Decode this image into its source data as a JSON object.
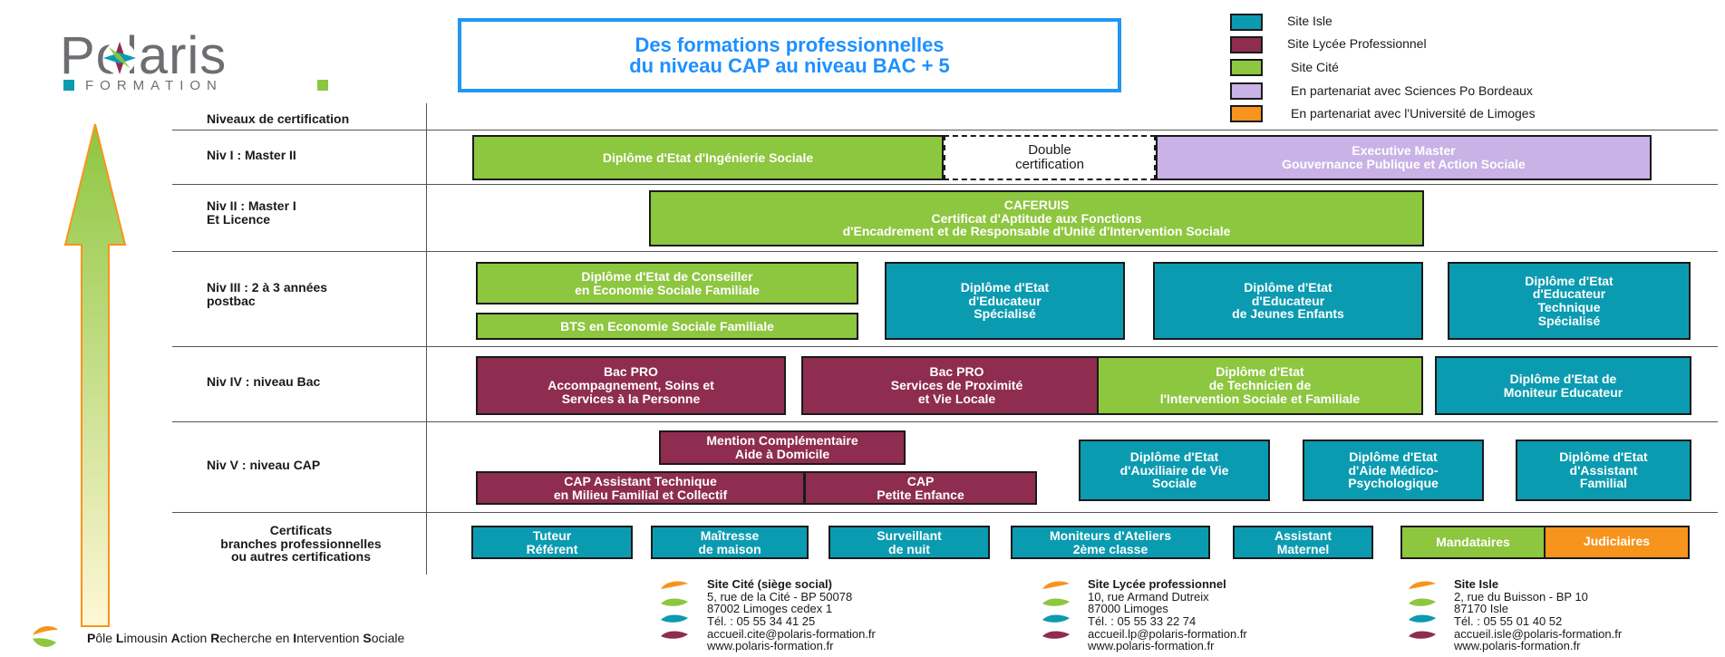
{
  "logo": {
    "name": "Polaris",
    "sub": "FORMATION"
  },
  "title": {
    "line1": "Des formations professionnelles",
    "line2": "du niveau CAP au niveau BAC + 5"
  },
  "colors": {
    "green": "#8dc63f",
    "teal": "#0b9bb1",
    "burgundy": "#8e2d4f",
    "lavender": "#c9b2e6",
    "orange": "#f7941d",
    "title_blue": "#1e90ff",
    "title_border": "#2196f3"
  },
  "legend": [
    {
      "label": "Site Isle"
    },
    {
      "label": "Site Lycée Professionnel"
    },
    {
      "label": "Site Cité"
    },
    {
      "label": "En partenariat avec Sciences Po Bordeaux"
    },
    {
      "label": "En partenariat avec l'Université de Limoges"
    }
  ],
  "levels": {
    "header": "Niveaux de certification",
    "niv1": {
      "line1": "Niv I : Master II"
    },
    "niv2": {
      "line1": "Niv II : Master I",
      "line2": "Et Licence"
    },
    "niv3": {
      "line1": "Niv III : 2 à 3 années",
      "line2": "postbac"
    },
    "niv4": {
      "line1": "Niv IV : niveau Bac"
    },
    "niv5": {
      "line1": "Niv V : niveau CAP"
    },
    "cert": {
      "line1": "Certificats",
      "line2": "branches professionnelles",
      "line3": "ou autres certifications"
    }
  },
  "boxes": {
    "deis": "Diplôme d'Etat d'Ingénierie Sociale",
    "double": {
      "l1": "Double",
      "l2": "certification"
    },
    "exec": {
      "l1": "Executive Master",
      "l2": "Gouvernance Publique et Action Sociale"
    },
    "caferuis": {
      "l1": "CAFERUIS",
      "l2": "Certificat d'Aptitude aux Fonctions",
      "l3": "d'Encadrement et de Responsable d'Unité d'Intervention Sociale"
    },
    "decesf": {
      "l1": "Diplôme d'Etat de Conseiller",
      "l2": "en Economie Sociale Familiale"
    },
    "bts": "BTS en Economie Sociale Familiale",
    "dees": {
      "l1": "Diplôme d'Etat",
      "l2": "d'Educateur",
      "l3": "Spécialisé"
    },
    "deeje": {
      "l1": "Diplôme d'Etat",
      "l2": "d'Educateur",
      "l3": "de Jeunes Enfants"
    },
    "dets": {
      "l1": "Diplôme d'Etat",
      "l2": "d'Educateur",
      "l3": "Technique",
      "l4": "Spécialisé"
    },
    "bacpro1": {
      "l1": "Bac PRO",
      "l2": "Accompagnement, Soins et",
      "l3": "Services à la Personne"
    },
    "bacpro2": {
      "l1": "Bac PRO",
      "l2": "Services de Proximité",
      "l3": "et Vie Locale"
    },
    "detisf": {
      "l1": "Diplôme d'Etat",
      "l2": "de Technicien de",
      "l3": "l'Intervention Sociale et Familiale"
    },
    "deme": {
      "l1": "Diplôme d'Etat de",
      "l2": "Moniteur Educateur"
    },
    "mention": {
      "l1": "Mention Complémentaire",
      "l2": "Aide à Domicile"
    },
    "capat": {
      "l1": "CAP Assistant Technique",
      "l2": "en Milieu Familial et Collectif"
    },
    "cappe": {
      "l1": "CAP",
      "l2": "Petite Enfance"
    },
    "deavs": {
      "l1": "Diplôme d'Etat",
      "l2": "d'Auxiliaire de Vie",
      "l3": "Sociale"
    },
    "deamp": {
      "l1": "Diplôme d'Etat",
      "l2": "d'Aide Médico-",
      "l3": "Psychologique"
    },
    "deaf": {
      "l1": "Diplôme d'Etat",
      "l2": "d'Assistant",
      "l3": "Familial"
    },
    "tuteur": {
      "l1": "Tuteur",
      "l2": "Référent"
    },
    "maitresse": {
      "l1": "Maîtresse",
      "l2": "de maison"
    },
    "surveillant": {
      "l1": "Surveillant",
      "l2": "de nuit"
    },
    "moniteurs": {
      "l1": "Moniteurs d'Ateliers",
      "l2": "2ème classe"
    },
    "assistant": {
      "l1": "Assistant",
      "l2": "Maternel"
    },
    "mandataires": "Mandataires",
    "judiciaires": "Judiciaires"
  },
  "footer": {
    "tagline": {
      "p1": "P",
      "p1b": "ôle ",
      "p2": "L",
      "p2b": "imousin ",
      "p3": "A",
      "p3b": "ction ",
      "p4": "R",
      "p4b": "echerche en ",
      "p5": "I",
      "p5b": "ntervention ",
      "p6": "S",
      "p6b": "ociale"
    },
    "cite": {
      "title": "Site Cité (siège social)",
      "l1": "5, rue de la Cité - BP 50078",
      "l2": "87002 Limoges cedex 1",
      "l3": "Tél. : 05 55 34 41 25",
      "l4": "accueil.cite@polaris-formation.fr",
      "l5": "www.polaris-formation.fr"
    },
    "lycee": {
      "title": "Site Lycée professionnel",
      "l1": "10, rue Armand Dutreix",
      "l2": "87000 Limoges",
      "l3": "Tél. : 05 55 33 22 74",
      "l4": "accueil.lp@polaris-formation.fr",
      "l5": "www.polaris-formation.fr"
    },
    "isle": {
      "title": "Site Isle",
      "l1": "2, rue du Buisson - BP 10",
      "l2": "87170 Isle",
      "l3": "Tél. : 05 55 01 40 52",
      "l4": "accueil.isle@polaris-formation.fr",
      "l5": "www.polaris-formation.fr"
    }
  }
}
